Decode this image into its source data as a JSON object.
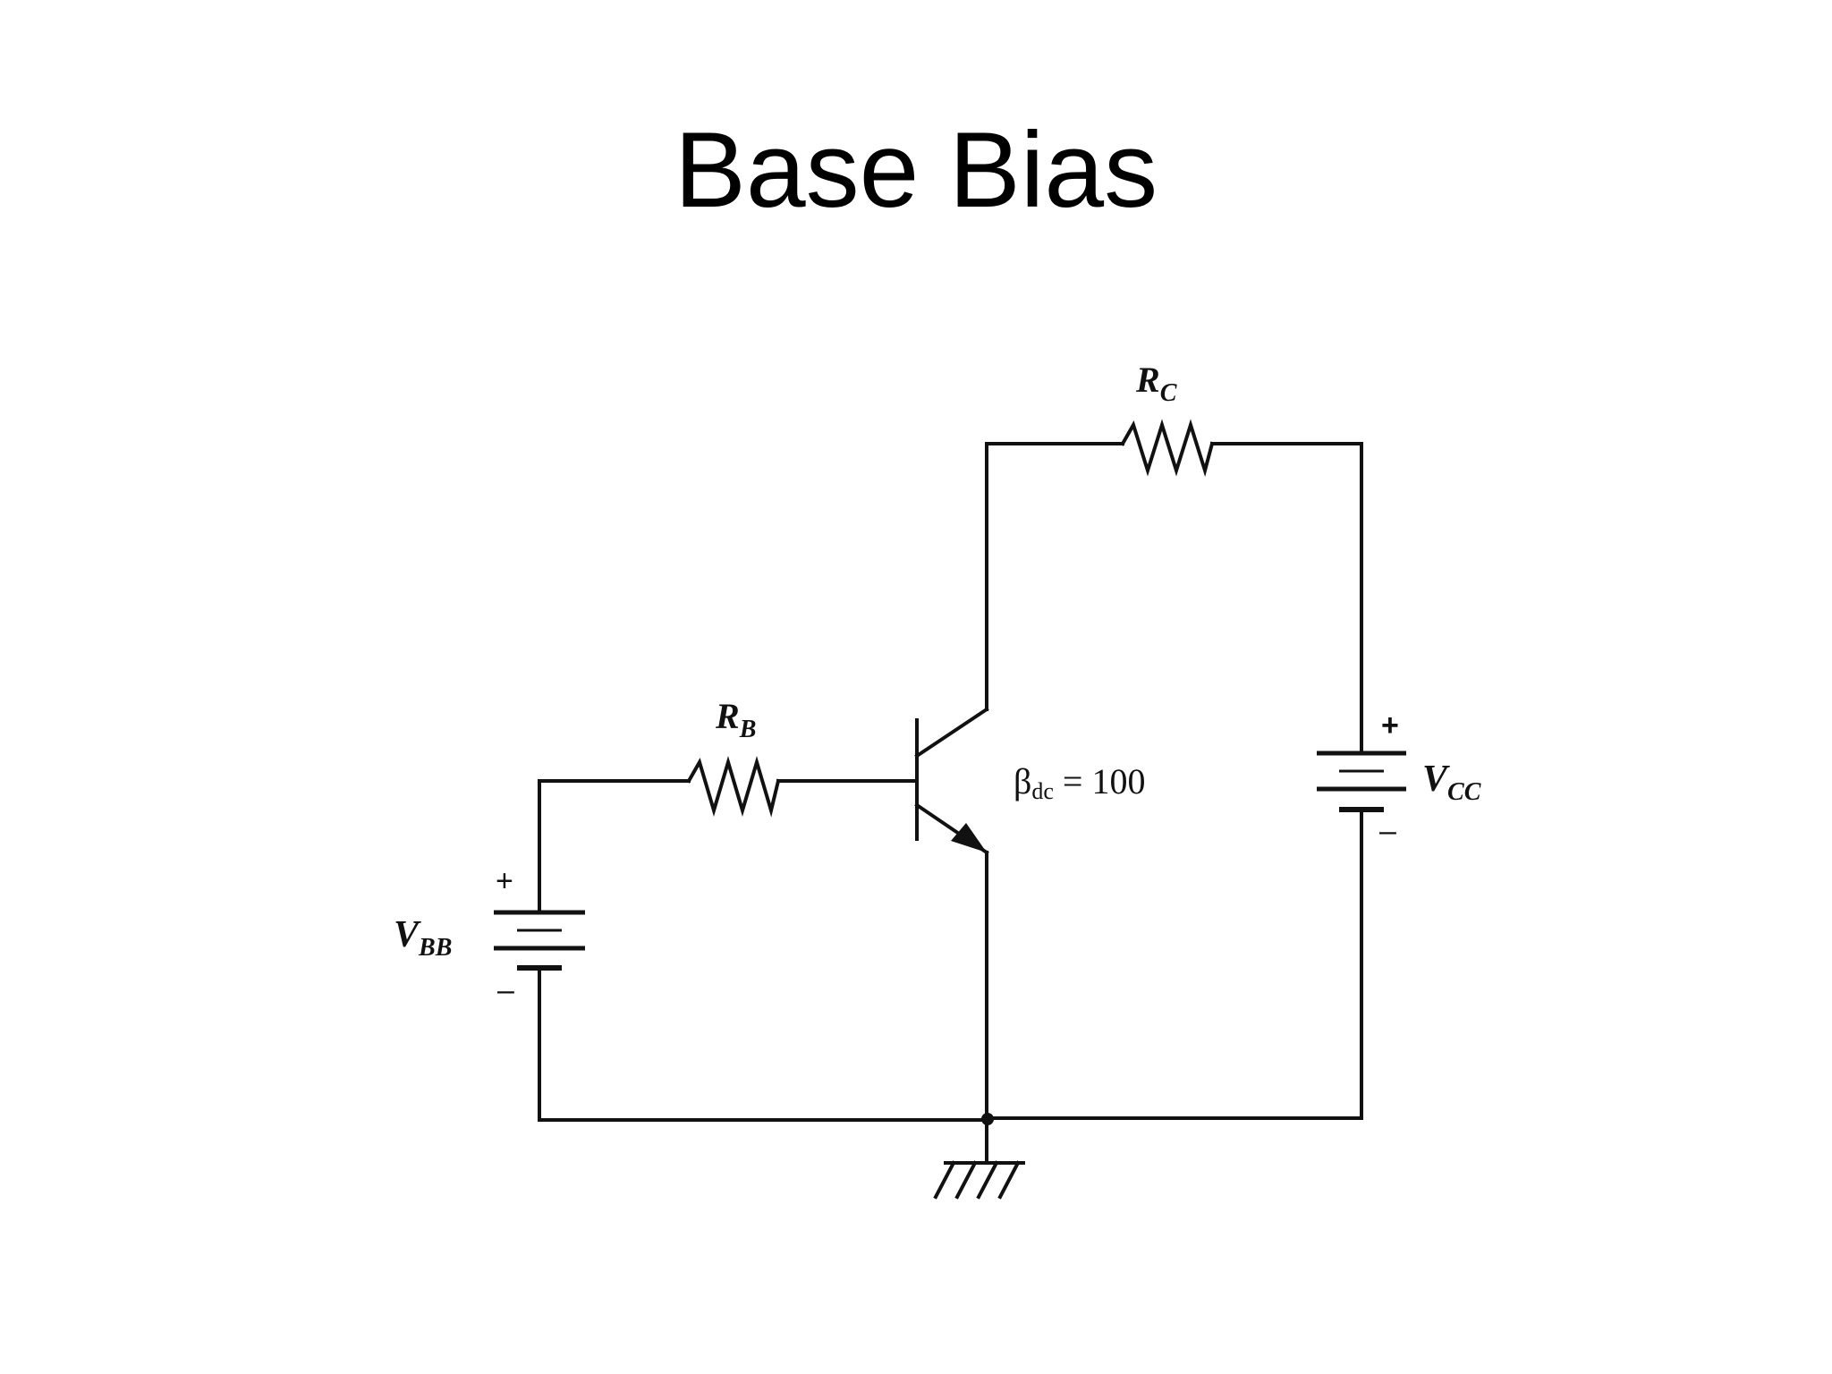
{
  "slide": {
    "title": "Base Bias"
  },
  "circuit": {
    "rb": {
      "label_main": "R",
      "label_sub": "B"
    },
    "rc": {
      "label_main": "R",
      "label_sub": "C"
    },
    "vbb": {
      "label_main": "V",
      "label_sub": "BB",
      "plus": "+",
      "minus": "–"
    },
    "vcc": {
      "label_main": "V",
      "label_sub": "CC",
      "plus": "+",
      "minus": "–"
    },
    "transistor": {
      "beta_symbol": "β",
      "beta_sub": "dc",
      "beta_rest": " = 100"
    }
  },
  "colors": {
    "ink": "#111111",
    "background": "#ffffff"
  }
}
